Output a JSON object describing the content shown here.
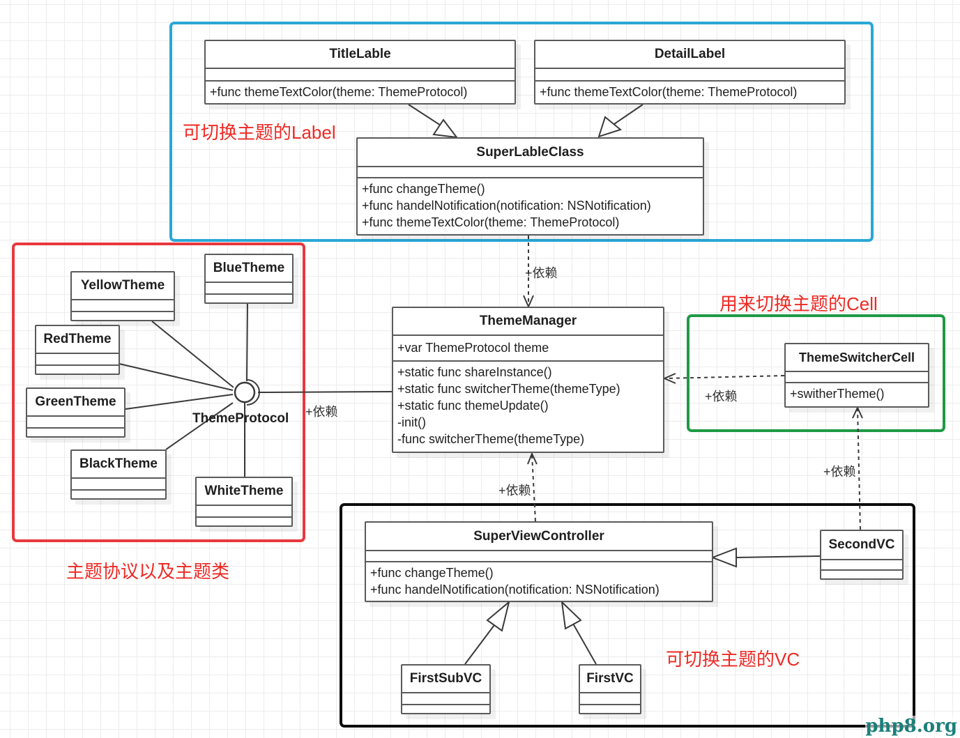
{
  "groups": {
    "label": {
      "note": "可切换主题的Label",
      "color": "#2aa7d6"
    },
    "themes": {
      "note": "主题协议以及主题类",
      "color": "#e8383f"
    },
    "cell": {
      "note": "用来切换主题的Cell",
      "color": "#1f9a45"
    },
    "vc": {
      "note": "可切换主题的VC",
      "color": "#0c0c0c"
    }
  },
  "classes": {
    "titleLable": {
      "name": "TitleLable",
      "ops": [
        "+func themeTextColor(theme: ThemeProtocol)"
      ]
    },
    "detailLabel": {
      "name": "DetailLabel",
      "ops": [
        "+func themeTextColor(theme: ThemeProtocol)"
      ]
    },
    "superLableClass": {
      "name": "SuperLableClass",
      "ops": [
        "+func changeTheme()",
        "+func handelNotification(notification: NSNotification)",
        "+func themeTextColor(theme: ThemeProtocol)"
      ]
    },
    "themeManager": {
      "name": "ThemeManager",
      "attrs": [
        "+var ThemeProtocol theme"
      ],
      "ops": [
        "+static func shareInstance()",
        "+static func switcherTheme(themeType)",
        "+static func themeUpdate()",
        "-init()",
        "-func switcherTheme(themeType)"
      ]
    },
    "themeSwitcherCell": {
      "name": "ThemeSwitcherCell",
      "ops": [
        "+switherTheme()"
      ]
    },
    "superViewController": {
      "name": "SuperViewController",
      "ops": [
        "+func changeTheme()",
        "+func handelNotification(notification: NSNotification)"
      ]
    },
    "secondVC": {
      "name": "SecondVC"
    },
    "firstSubVC": {
      "name": "FirstSubVC"
    },
    "firstVC": {
      "name": "FirstVC"
    },
    "blueTheme": {
      "name": "BlueTheme"
    },
    "yellowTheme": {
      "name": "YellowTheme"
    },
    "redTheme": {
      "name": "RedTheme"
    },
    "greenTheme": {
      "name": "GreenTheme"
    },
    "blackTheme": {
      "name": "BlackTheme"
    },
    "whiteTheme": {
      "name": "WhiteTheme"
    }
  },
  "interface": {
    "name": "ThemeProtocol"
  },
  "relations": {
    "dependency_label": "+依赖"
  },
  "watermark": "php8.org"
}
